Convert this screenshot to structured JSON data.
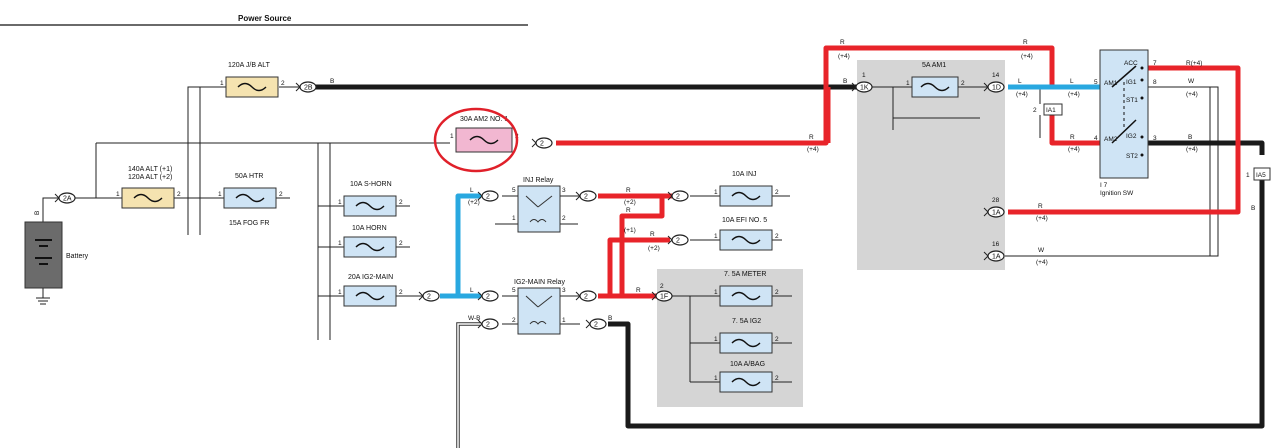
{
  "title": "Power Source",
  "colors": {
    "red_wire": "#e8242a",
    "blue_wire": "#29a8e0",
    "black_wire": "#1a1a1a",
    "fuse_fill": "#cfe4f5",
    "fuse_alt_fill": "#f5e3b0",
    "fuse_highlight_fill": "#f2b7d1",
    "highlight_circle": "#e0202a",
    "shade_box": "#d5d5d5"
  },
  "components": {
    "battery": "Battery",
    "fuse_jb_alt": "120A J/B ALT",
    "fuse_alt1": "140A ALT (+1)",
    "fuse_alt2": "120A ALT (+2)",
    "fuse_htr": "50A HTR",
    "fog_fr": "15A FOG FR",
    "fuse_am2": "30A AM2 NO. 1",
    "fuse_s_horn": "10A S-HORN",
    "fuse_horn": "10A HORN",
    "fuse_ig2_main": "20A IG2-MAIN",
    "inj_relay": "INJ Relay",
    "ig2_main_relay": "IG2-MAIN Relay",
    "fuse_inj": "10A INJ",
    "fuse_efi": "10A EFI NO. 5",
    "fuse_meter": "7. 5A METER",
    "fuse_ig2": "7. 5A IG2",
    "fuse_abag": "10A A/BAG",
    "fuse_am1": "5A AM1",
    "ignition_id": "I 7",
    "ignition_sw": "Ignition SW"
  },
  "connectors": {
    "c_2a": "2A",
    "c_2b": "2B",
    "c_2": "2",
    "c_1k": "1K",
    "c_1d": "1D",
    "c_1f": "1F",
    "c_1a": "1A",
    "c_ia1": "IA1",
    "c_ia5": "IA5"
  },
  "switch_terminals": {
    "acc": "ACC",
    "ig1": "IG1",
    "st1": "ST1",
    "am1": "AM1",
    "am2": "AM2",
    "ig2": "IG2",
    "st2": "ST2"
  },
  "wire_labels": {
    "b": "B",
    "r": "R",
    "l": "L",
    "w": "W",
    "wb": "W-B",
    "r_plus4": "R(+4)",
    "p1": "(+1)",
    "p2": "(+2)",
    "p4": "(+4)"
  },
  "pins": {
    "n1": "1",
    "n2": "2",
    "n3": "3",
    "n4": "4",
    "n5": "5",
    "n7": "7",
    "n8": "8",
    "n14": "14",
    "n16": "16",
    "n28": "28"
  }
}
